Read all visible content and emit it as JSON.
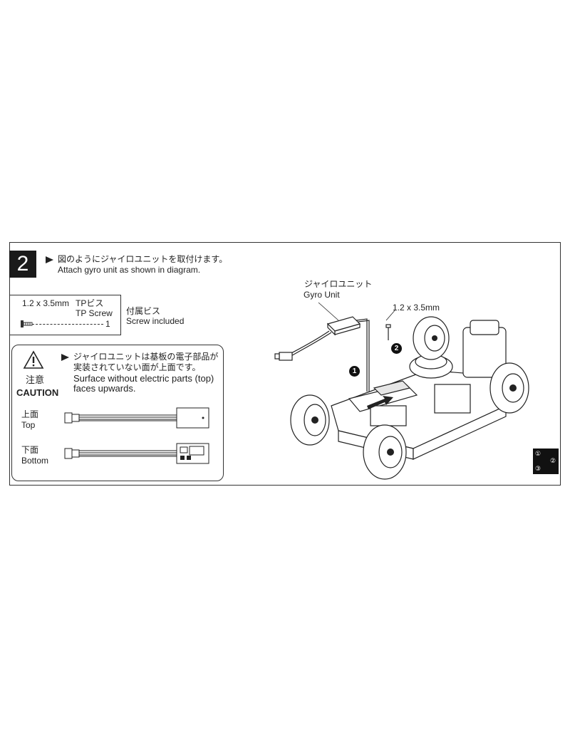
{
  "step": {
    "number": "2"
  },
  "instruction": {
    "ja": "図のようにジャイロユニットを取付けます。",
    "en": "Attach gyro unit as shown in diagram."
  },
  "screw_box": {
    "size": "1.2 x 3.5mm",
    "type_ja": "TPビス",
    "type_en": "TP Screw",
    "qty": "1"
  },
  "included": {
    "ja": "付属ビス",
    "en": "Screw included"
  },
  "caution": {
    "title_ja": "注意",
    "title_en": "CAUTION",
    "ja_line1": "ジャイロユニットは基板の電子部品が",
    "ja_line2": "実装されていない面が上面です。",
    "en_line1": "Surface without electric parts (top)",
    "en_line2": "faces upwards.",
    "top_ja": "上面",
    "top_en": "Top",
    "bottom_ja": "下面",
    "bottom_en": "Bottom"
  },
  "diagram": {
    "gyro_label_ja": "ジャイロユニット",
    "gyro_label_en": "Gyro Unit",
    "screw_label": "1.2 x 3.5mm",
    "step1": "1",
    "step2": "2"
  },
  "sequence": {
    "a": "①",
    "b": "②",
    "c": "③"
  }
}
